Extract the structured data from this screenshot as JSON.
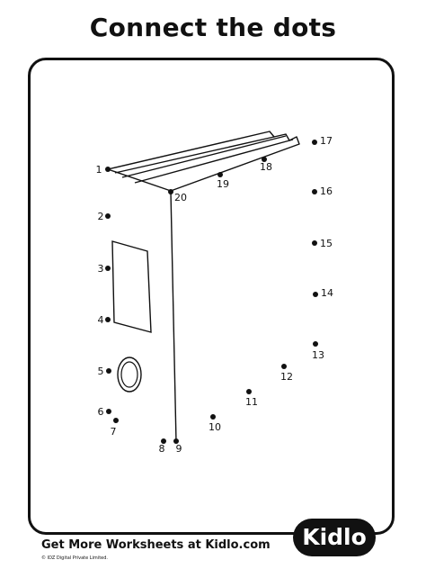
{
  "title": "Connect the dots",
  "footer": {
    "text": "Get More Worksheets at Kidlo.com",
    "copyright": "© IDZ Digital Private Limited."
  },
  "logo": {
    "text": "Kidlo"
  },
  "dots": [
    {
      "n": "1"
    },
    {
      "n": "2"
    },
    {
      "n": "3"
    },
    {
      "n": "4"
    },
    {
      "n": "5"
    },
    {
      "n": "6"
    },
    {
      "n": "7"
    },
    {
      "n": "8"
    },
    {
      "n": "9"
    },
    {
      "n": "10"
    },
    {
      "n": "11"
    },
    {
      "n": "12"
    },
    {
      "n": "13"
    },
    {
      "n": "14"
    },
    {
      "n": "15"
    },
    {
      "n": "16"
    },
    {
      "n": "17"
    },
    {
      "n": "18"
    },
    {
      "n": "19"
    },
    {
      "n": "20"
    }
  ]
}
